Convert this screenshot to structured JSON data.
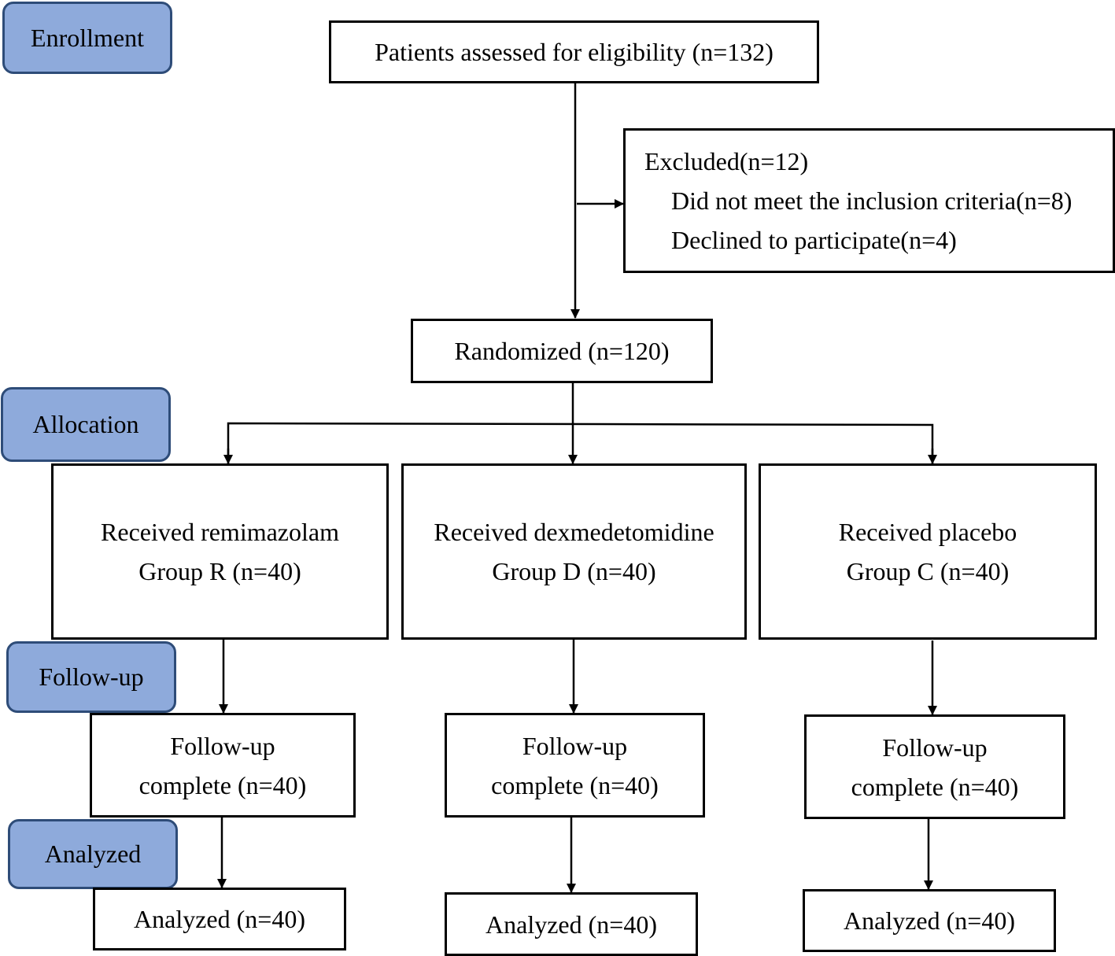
{
  "stages": {
    "enrollment": "Enrollment",
    "allocation": "Allocation",
    "followup": "Follow-up",
    "analyzed": "Analyzed"
  },
  "assessed": "Patients assessed for eligibility (n=132)",
  "excluded": {
    "title": "Excluded(n=12)",
    "reasons": [
      "Did not meet the inclusion criteria(n=8)",
      "Declined to participate(n=4)"
    ]
  },
  "randomized": "Randomized (n=120)",
  "groups": [
    {
      "received": "Received remimazolam",
      "group": "Group R (n=40)",
      "followup_line1": "Follow-up",
      "followup_line2": "complete (n=40)",
      "analyzed": "Analyzed (n=40)"
    },
    {
      "received": "Received dexmedetomidine",
      "group": "Group D (n=40)",
      "followup_line1": "Follow-up",
      "followup_line2": "complete (n=40)",
      "analyzed": "Analyzed (n=40)"
    },
    {
      "received": "Received placebo",
      "group": "Group C (n=40)",
      "followup_line1": "Follow-up",
      "followup_line2": "complete (n=40)",
      "analyzed": "Analyzed (n=40)"
    }
  ],
  "colors": {
    "stage_fill": "#8eaadb",
    "stage_border": "#2e4c78",
    "line": "#000000"
  }
}
